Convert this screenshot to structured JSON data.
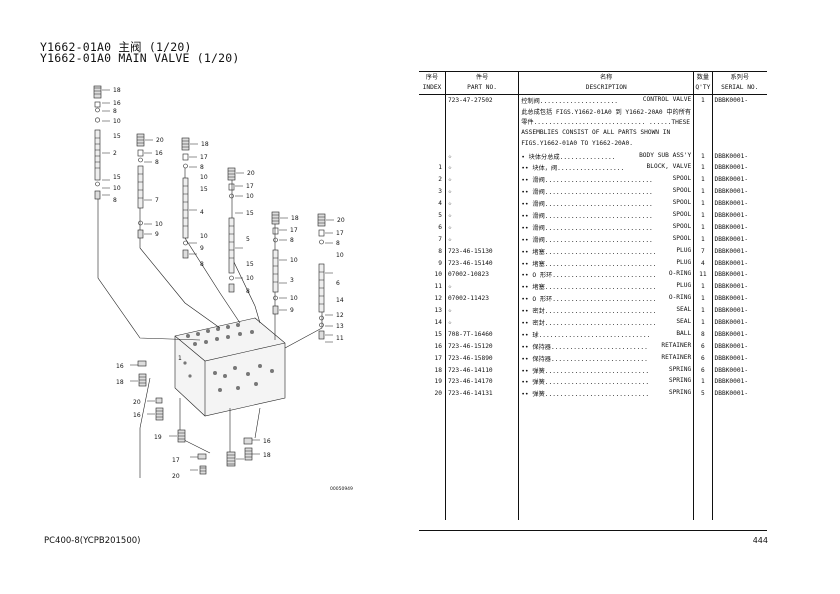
{
  "title": {
    "line1": "Y1662-01A0 主阀 (1/20)",
    "line2": "Y1662-01A0 MAIN VALVE (1/20)"
  },
  "footer": {
    "model": "PC400-8(YCPB201500)",
    "page": "444"
  },
  "drawing": {
    "code": "00050949"
  },
  "table": {
    "headers": {
      "index_cn": "序号",
      "index_en": "INDEX",
      "part_cn": "件号",
      "part_en": "PART NO.",
      "desc_cn": "名称",
      "desc_en": "DESCRIPTION",
      "qty_cn": "数量",
      "qty_en": "Q'TY",
      "serial_cn": "系列号",
      "serial_en": "SERIAL NO."
    },
    "first_row": {
      "index": "",
      "part": "723-47-27502",
      "desc_left": "控制阀.....................",
      "desc_right": "CONTROL VALVE",
      "qty": "1",
      "serial": "DBBK0001-"
    },
    "note": "此总成包括 FIGS.Y1662-01A0 到 Y1662-20A0 中的所有零件.............................. ......THESE ASSEMBLIES CONSIST OF ALL PARTS SHOWN IN FIGS.Y1662-01A0 TO Y1662-20A0.",
    "rows": [
      {
        "index": "",
        "part": "☆",
        "desc_left": "• 块体分总成...............",
        "desc_right": "BODY SUB ASS'Y",
        "qty": "1",
        "serial": "DBBK0001-"
      },
      {
        "index": "1",
        "part": "☆",
        "desc_left": "•• 块体，阀..................",
        "desc_right": "BLOCK, VALVE",
        "qty": "1",
        "serial": "DBBK0001-"
      },
      {
        "index": "2",
        "part": "☆",
        "desc_left": "•• 滑阀.............................",
        "desc_right": "SPOOL",
        "qty": "1",
        "serial": "DBBK0001-"
      },
      {
        "index": "3",
        "part": "☆",
        "desc_left": "•• 滑阀.............................",
        "desc_right": "SPOOL",
        "qty": "1",
        "serial": "DBBK0001-"
      },
      {
        "index": "4",
        "part": "☆",
        "desc_left": "•• 滑阀.............................",
        "desc_right": "SPOOL",
        "qty": "1",
        "serial": "DBBK0001-"
      },
      {
        "index": "5",
        "part": "☆",
        "desc_left": "•• 滑阀.............................",
        "desc_right": "SPOOL",
        "qty": "1",
        "serial": "DBBK0001-"
      },
      {
        "index": "6",
        "part": "☆",
        "desc_left": "•• 滑阀.............................",
        "desc_right": "SPOOL",
        "qty": "1",
        "serial": "DBBK0001-"
      },
      {
        "index": "7",
        "part": "☆",
        "desc_left": "•• 滑阀.............................",
        "desc_right": "SPOOL",
        "qty": "1",
        "serial": "DBBK0001-"
      },
      {
        "index": "8",
        "part": "723-46-15130",
        "desc_left": "•• 堵塞..............................",
        "desc_right": "PLUG",
        "qty": "7",
        "serial": "DBBK0001-"
      },
      {
        "index": "9",
        "part": "723-46-15140",
        "desc_left": "•• 堵塞..............................",
        "desc_right": "PLUG",
        "qty": "4",
        "serial": "DBBK0001-"
      },
      {
        "index": "10",
        "part": "07002-10823",
        "desc_left": "•• O 形环............................",
        "desc_right": "O-RING",
        "qty": "11",
        "serial": "DBBK0001-"
      },
      {
        "index": "11",
        "part": "☆",
        "desc_left": "•• 堵塞..............................",
        "desc_right": "PLUG",
        "qty": "1",
        "serial": "DBBK0001-"
      },
      {
        "index": "12",
        "part": "07002-11423",
        "desc_left": "•• O 形环............................",
        "desc_right": "O-RING",
        "qty": "1",
        "serial": "DBBK0001-"
      },
      {
        "index": "13",
        "part": "☆",
        "desc_left": "•• 密封..............................",
        "desc_right": "SEAL",
        "qty": "1",
        "serial": "DBBK0001-"
      },
      {
        "index": "14",
        "part": "☆",
        "desc_left": "•• 密封..............................",
        "desc_right": "SEAL",
        "qty": "1",
        "serial": "DBBK0001-"
      },
      {
        "index": "15",
        "part": "708-7T-16460",
        "desc_left": "•• 球..............................",
        "desc_right": "BALL",
        "qty": "8",
        "serial": "DBBK0001-"
      },
      {
        "index": "16",
        "part": "723-46-15120",
        "desc_left": "•• 保持器..........................",
        "desc_right": "RETAINER",
        "qty": "6",
        "serial": "DBBK0001-"
      },
      {
        "index": "17",
        "part": "723-46-15890",
        "desc_left": "•• 保持器..........................",
        "desc_right": "RETAINER",
        "qty": "6",
        "serial": "DBBK0001-"
      },
      {
        "index": "18",
        "part": "723-46-14110",
        "desc_left": "•• 弹簧............................",
        "desc_right": "SPRING",
        "qty": "6",
        "serial": "DBBK0001-"
      },
      {
        "index": "19",
        "part": "723-46-14170",
        "desc_left": "•• 弹簧............................",
        "desc_right": "SPRING",
        "qty": "1",
        "serial": "DBBK0001-"
      },
      {
        "index": "20",
        "part": "723-46-14131",
        "desc_left": "•• 弹簧............................",
        "desc_right": "SPRING",
        "qty": "5",
        "serial": "DBBK0001-"
      }
    ]
  }
}
